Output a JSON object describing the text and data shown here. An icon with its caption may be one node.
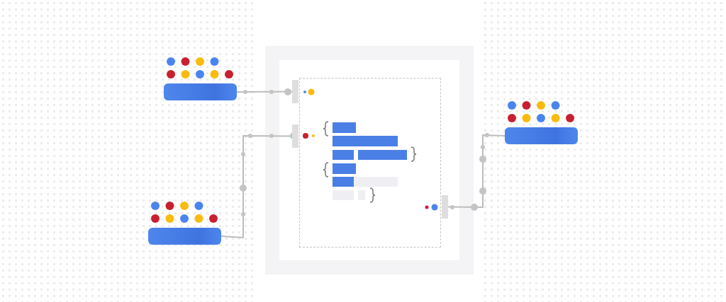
{
  "diagram": {
    "nodes": [
      {
        "text": [],
        "shape": "bar"
      },
      {
        "text": [],
        "shape": "bar"
      },
      {
        "text": [],
        "shape": "bar"
      },
      {
        "text": [],
        "shape": "box"
      },
      {
        "text": [],
        "shape": "bar"
      },
      {
        "text": [],
        "shape": "bar"
      },
      {
        "text": [],
        "shape": "bar"
      }
    ],
    "edges": [
      {
        "from": 0,
        "to": 4,
        "arrow": "none"
      },
      {
        "from": 1,
        "to": 5,
        "arrow": "none"
      },
      {
        "from": 6,
        "to": 2,
        "arrow": "none"
      }
    ]
  }
}
